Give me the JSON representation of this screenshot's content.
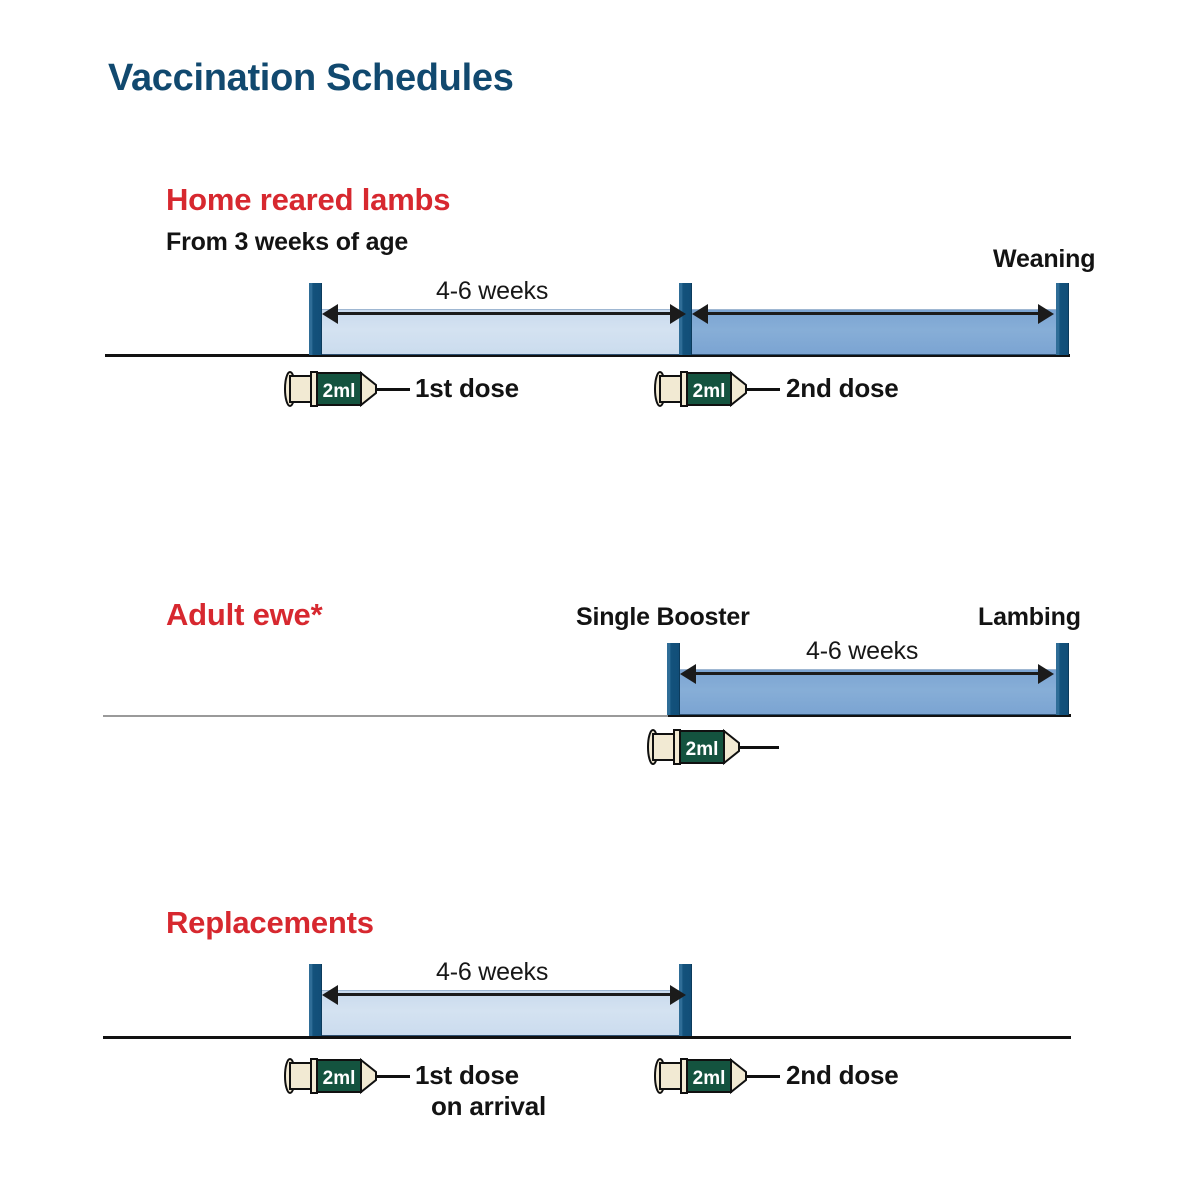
{
  "page": {
    "title": "Vaccination Schedules",
    "title_color": "#11496f",
    "accent_red": "#d7282f",
    "band_light": "#cbdcee",
    "band_medium": "#7ba4d2",
    "marker_blue": "#13527c",
    "syringe_green": "#14533f",
    "syringe_cream": "#f2ead3"
  },
  "sections": [
    {
      "title": "Home reared lambs",
      "subtitle": "From 3 weeks of age",
      "interval_label": "4-6 weeks",
      "end_label": "Weaning",
      "doses": [
        {
          "volume": "2ml",
          "label": "1st dose"
        },
        {
          "volume": "2ml",
          "label": "2nd dose"
        }
      ]
    },
    {
      "title": "Adult ewe*",
      "subtitle": "",
      "event_label": "Single Booster",
      "interval_label": "4-6 weeks",
      "end_label": "Lambing",
      "doses": [
        {
          "volume": "2ml",
          "label": ""
        }
      ]
    },
    {
      "title": "Replacements",
      "subtitle": "",
      "interval_label": "4-6 weeks",
      "doses": [
        {
          "volume": "2ml",
          "label": "1st dose",
          "label2": "on arrival"
        },
        {
          "volume": "2ml",
          "label": "2nd dose"
        }
      ]
    }
  ],
  "chart_data": {
    "type": "timeline",
    "title": "Vaccination Schedules",
    "xlabel": "",
    "ylabel": "",
    "grid": false,
    "legend": "none",
    "tracks": [
      {
        "name": "Home reared lambs",
        "note": "From 3 weeks of age",
        "events": [
          {
            "x": 0,
            "label": "1st dose",
            "dose": "2ml"
          },
          {
            "x": 1,
            "label": "2nd dose",
            "dose": "2ml"
          },
          {
            "x": 2,
            "label": "Weaning",
            "dose": ""
          }
        ],
        "spans": [
          {
            "from": "1st dose",
            "to": "2nd dose",
            "duration": "4-6 weeks",
            "shade": "light"
          },
          {
            "from": "2nd dose",
            "to": "Weaning",
            "duration": "",
            "shade": "medium"
          }
        ]
      },
      {
        "name": "Adult ewe*",
        "note": "",
        "events": [
          {
            "x": 0,
            "label": "Single Booster",
            "dose": "2ml"
          },
          {
            "x": 1,
            "label": "Lambing",
            "dose": ""
          }
        ],
        "spans": [
          {
            "from": "Single Booster",
            "to": "Lambing",
            "duration": "4-6 weeks",
            "shade": "medium"
          }
        ]
      },
      {
        "name": "Replacements",
        "note": "",
        "events": [
          {
            "x": 0,
            "label": "1st dose on arrival",
            "dose": "2ml"
          },
          {
            "x": 1,
            "label": "2nd dose",
            "dose": "2ml"
          }
        ],
        "spans": [
          {
            "from": "1st dose on arrival",
            "to": "2nd dose",
            "duration": "4-6 weeks",
            "shade": "light"
          }
        ]
      }
    ]
  }
}
